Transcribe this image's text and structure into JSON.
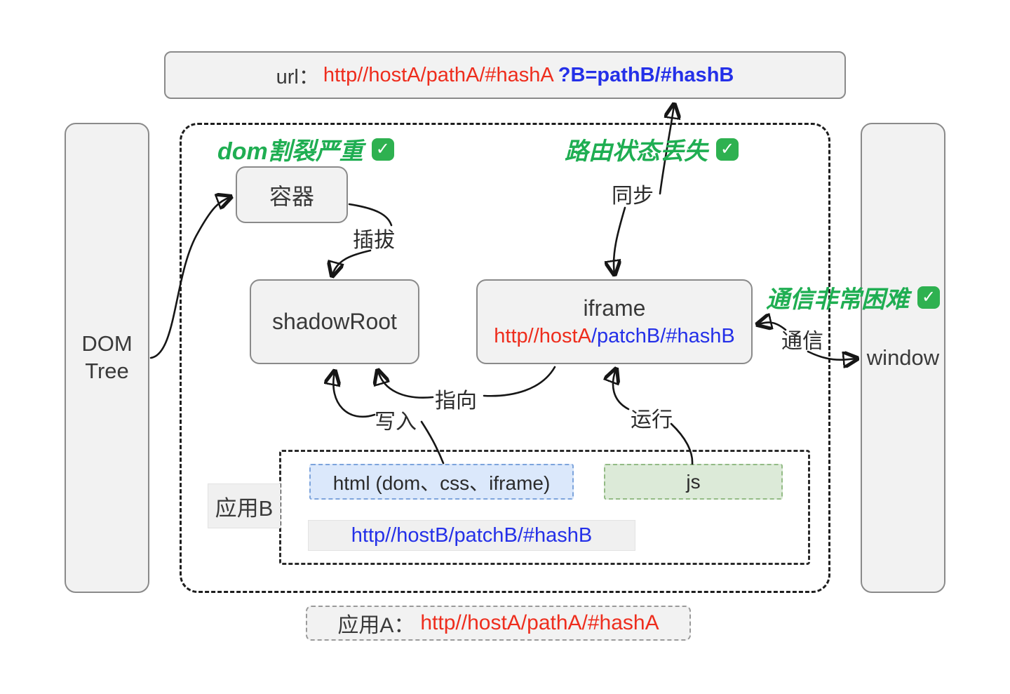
{
  "url_bar": {
    "label": "url：",
    "part_red": "http//hostA/pathA/#hashA",
    "part_blue": "?B=pathB/#hashB"
  },
  "dom_tree": {
    "line1": "DOM",
    "line2": "Tree"
  },
  "window_box": {
    "label": "window"
  },
  "annotations": {
    "dom_split": "dom割裂严重",
    "route_state_loss": "路由状态丢失",
    "communication_hard": "通信非常困难"
  },
  "icons": {
    "check": "✓"
  },
  "nodes": {
    "container": "容器",
    "shadow_root": "shadowRoot",
    "iframe_title": "iframe",
    "iframe_url_red": "http//hostA",
    "iframe_url_blue": "/patchB/#hashB"
  },
  "edge_labels": {
    "plug_unplug": "插拔",
    "sync": "同步",
    "point_to": "指向",
    "write": "写入",
    "run": "运行",
    "communicate": "通信"
  },
  "app_b": {
    "label": "应用B",
    "html_box": "html (dom、css、iframe)",
    "js_box": "js",
    "url": "http//hostB/patchB/#hashB"
  },
  "app_a": {
    "label": "应用A：",
    "url": "http//hostA/pathA/#hashA"
  },
  "colors": {
    "red": "#ee2d1d",
    "blue": "#2430e8",
    "green": "#1fae52",
    "node_fill": "#f2f2f2",
    "node_border": "#8a8a8a",
    "html_box_fill": "#dbe8fb",
    "js_box_fill": "#dcead8"
  }
}
